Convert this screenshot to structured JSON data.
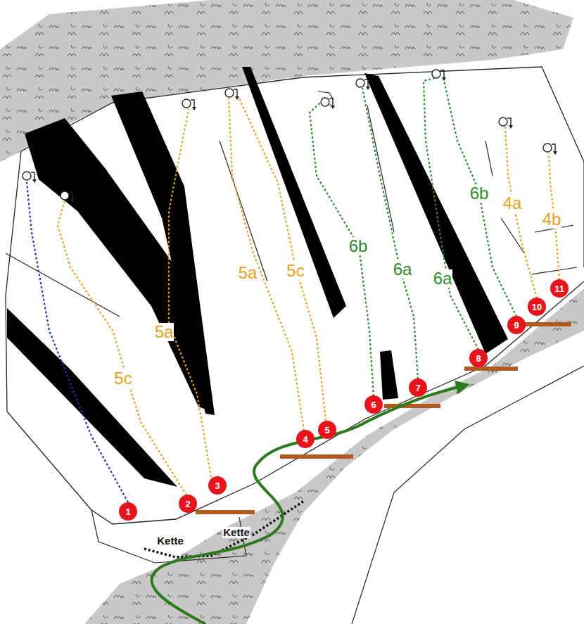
{
  "diagram": {
    "nodes": [
      {
        "text": [
          "1"
        ]
      },
      {
        "text": [
          "2"
        ]
      },
      {
        "text": [
          "3"
        ]
      },
      {
        "text": [
          "4"
        ]
      },
      {
        "text": [
          "5"
        ]
      },
      {
        "text": [
          "6"
        ]
      },
      {
        "text": [
          "7"
        ]
      },
      {
        "text": [
          "8"
        ]
      },
      {
        "text": [
          "9"
        ]
      },
      {
        "text": [
          "10"
        ]
      },
      {
        "text": [
          "11"
        ]
      }
    ],
    "labels": [
      "5c",
      "5a",
      "5a",
      "5c",
      "6b",
      "6a",
      "6a",
      "6b",
      "4a",
      "4b",
      "Kette",
      "Kette"
    ]
  }
}
